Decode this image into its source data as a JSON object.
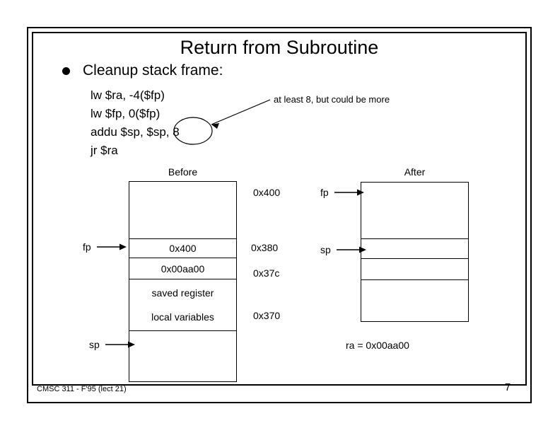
{
  "slide": {
    "title": "Return from Subroutine",
    "page_number": "7",
    "footer": "CMSC 311 - F'95 (lect 21)"
  },
  "bullet": {
    "marker": "bullet-dot-icon",
    "text": "Cleanup stack frame:"
  },
  "code": [
    {
      "text": "lw $ra, -4($fp)"
    },
    {
      "text": "lw $fp, 0($fp)"
    },
    {
      "text": "addu $sp, $sp, 8"
    },
    {
      "text": "jr $ra"
    }
  ],
  "annotation": {
    "text": "at least 8, but could be more",
    "target": "8",
    "arrow": "arrow-left-down-icon",
    "ellipse": "ellipse-highlight-icon"
  },
  "diagrams": {
    "before": {
      "caption": "Before",
      "cells": [
        {
          "text": "",
          "height": 81
        },
        {
          "text": "0x400",
          "height": 27
        },
        {
          "text": "0x00aa00",
          "height": 30
        },
        {
          "text": "saved register",
          "text2": "local variables",
          "height": 73
        },
        {
          "text": "",
          "height": 73
        }
      ],
      "pointers": [
        {
          "label": "fp",
          "icon": "arrow-right-icon"
        },
        {
          "label": "sp",
          "icon": "arrow-right-icon"
        }
      ]
    },
    "after": {
      "caption": "After",
      "cells": [
        {
          "text": "",
          "height": 80
        },
        {
          "text": "",
          "height": 28
        },
        {
          "text": "",
          "height": 30
        },
        {
          "text": "",
          "height": 60
        }
      ],
      "pointers": [
        {
          "label": "fp",
          "icon": "arrow-right-icon"
        },
        {
          "label": "sp",
          "icon": "arrow-right-icon"
        }
      ],
      "note": "ra = 0x00aa00"
    }
  },
  "addresses": [
    {
      "text": "0x400"
    },
    {
      "text": "0x380"
    },
    {
      "text": "0x37c"
    },
    {
      "text": "0x370"
    }
  ],
  "colors": {
    "ink": "#000000",
    "paper": "#ffffff"
  }
}
